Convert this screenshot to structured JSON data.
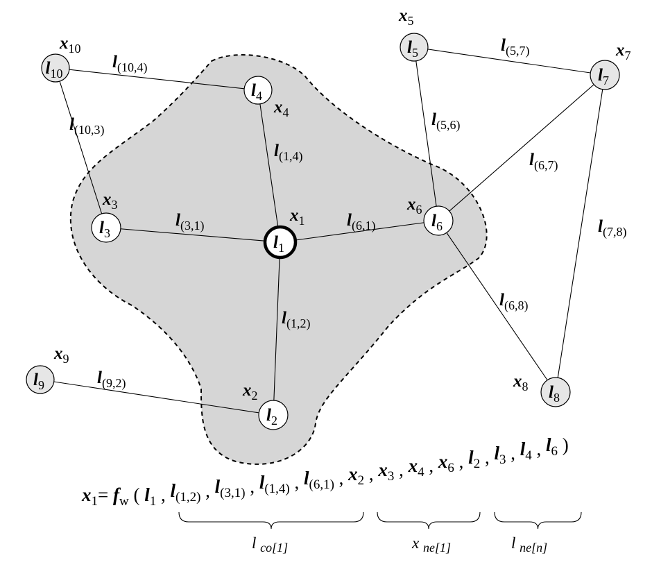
{
  "nodes": [
    {
      "id": 1,
      "label": "l",
      "sub": "1",
      "state": "x",
      "state_sub": "1"
    },
    {
      "id": 2,
      "label": "l",
      "sub": "2",
      "state": "x",
      "state_sub": "2"
    },
    {
      "id": 3,
      "label": "l",
      "sub": "3",
      "state": "x",
      "state_sub": "3"
    },
    {
      "id": 4,
      "label": "l",
      "sub": "4",
      "state": "x",
      "state_sub": "4"
    },
    {
      "id": 5,
      "label": "l",
      "sub": "5",
      "state": "x",
      "state_sub": "5"
    },
    {
      "id": 6,
      "label": "l",
      "sub": "6",
      "state": "x",
      "state_sub": "6"
    },
    {
      "id": 7,
      "label": "l",
      "sub": "7",
      "state": "x",
      "state_sub": "7"
    },
    {
      "id": 8,
      "label": "l",
      "sub": "8",
      "state": "x",
      "state_sub": "8"
    },
    {
      "id": 9,
      "label": "l",
      "sub": "9",
      "state": "x",
      "state_sub": "9"
    },
    {
      "id": 10,
      "label": "l",
      "sub": "10",
      "state": "x",
      "state_sub": "10"
    }
  ],
  "edges": [
    {
      "from": 10,
      "to": 4,
      "label": "l",
      "sub": "(10,4)"
    },
    {
      "from": 10,
      "to": 3,
      "label": "l",
      "sub": "(10,3)"
    },
    {
      "from": 1,
      "to": 4,
      "label": "l",
      "sub": "(1,4)"
    },
    {
      "from": 3,
      "to": 1,
      "label": "l",
      "sub": "(3,1)"
    },
    {
      "from": 6,
      "to": 1,
      "label": "l",
      "sub": "(6,1)"
    },
    {
      "from": 1,
      "to": 2,
      "label": "l",
      "sub": "(1,2)"
    },
    {
      "from": 9,
      "to": 2,
      "label": "l",
      "sub": "(9,2)"
    },
    {
      "from": 5,
      "to": 7,
      "label": "l",
      "sub": "(5,7)"
    },
    {
      "from": 5,
      "to": 6,
      "label": "l",
      "sub": "(5,6)"
    },
    {
      "from": 6,
      "to": 7,
      "label": "l",
      "sub": "(6,7)"
    },
    {
      "from": 7,
      "to": 8,
      "label": "l",
      "sub": "(7,8)"
    },
    {
      "from": 6,
      "to": 8,
      "label": "l",
      "sub": "(6,8)"
    }
  ],
  "equation": {
    "lhs": "x",
    "lhs_sub": "1",
    "equals": "=",
    "func": "f",
    "func_sub": "w",
    "open": "(",
    "close": ")",
    "sep": ",",
    "terms": [
      {
        "v": "l",
        "s": "1"
      },
      {
        "v": "l",
        "s": "(1,2)"
      },
      {
        "v": "l",
        "s": "(3,1)"
      },
      {
        "v": "l",
        "s": "(1,4)"
      },
      {
        "v": "l",
        "s": "(6,1)"
      },
      {
        "v": "x",
        "s": "2"
      },
      {
        "v": "x",
        "s": "3"
      },
      {
        "v": "x",
        "s": "4"
      },
      {
        "v": "x",
        "s": "6"
      },
      {
        "v": "l",
        "s": "2"
      },
      {
        "v": "l",
        "s": "3"
      },
      {
        "v": "l",
        "s": "4"
      },
      {
        "v": "l",
        "s": "6"
      }
    ]
  },
  "braces": [
    {
      "label": "l",
      "sub": "co[1]"
    },
    {
      "label": "x",
      "sub": "ne[1]"
    },
    {
      "label": "l",
      "sub": "ne[n]"
    }
  ]
}
